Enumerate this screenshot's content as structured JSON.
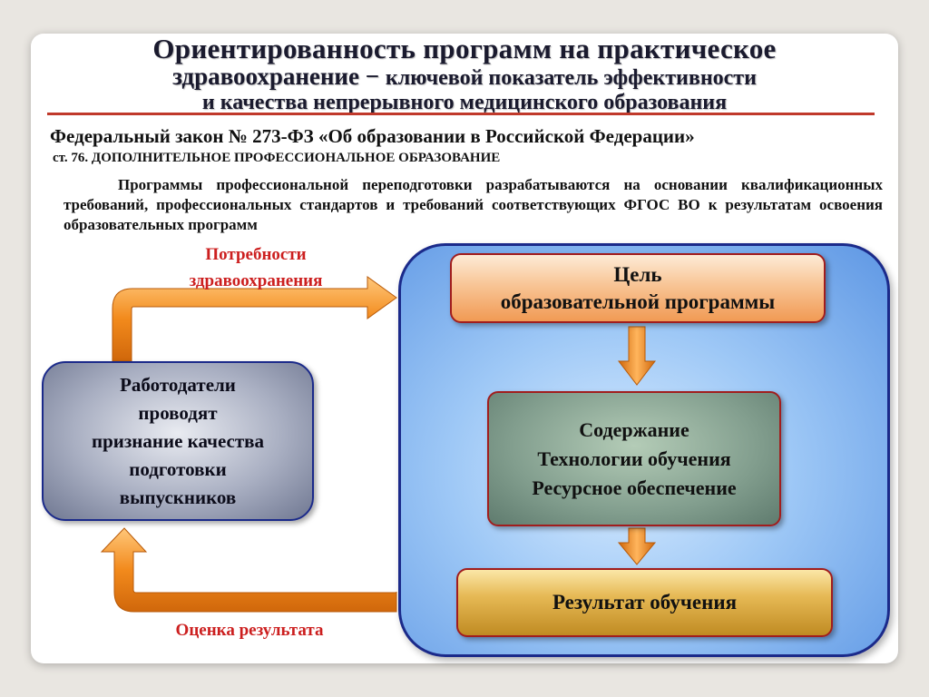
{
  "title": {
    "line1": "Ориентированность  программ  на  практическое",
    "line2_big": "здравоохранение  −",
    "line2_small": "ключевой показатель эффективности",
    "line3": "и качества непрерывного медицинского образования"
  },
  "law": "Федеральный закон № 273-ФЗ «Об образовании в Российской Федерации»",
  "article": "ст. 76.  ДОПОЛНИТЕЛЬНОЕ ПРОФЕССИОНАЛЬНОЕ ОБРАЗОВАНИЕ",
  "paragraph": "Программы профессиональной переподготовки разрабатываются на основании квалификационных требований, профессиональных стандартов и требований соответствующих ФГОС ВО к результатам освоения образовательных программ",
  "labels": {
    "needs_line1": "Потребности",
    "needs_line2": "здравоохранения",
    "evaluation": "Оценка результата"
  },
  "boxes": {
    "goal": [
      "Цель",
      "образовательной программы"
    ],
    "content": [
      "Содержание",
      "Технологии обучения",
      "Ресурсное обеспечение"
    ],
    "result": "Результат обучения",
    "employers": [
      "Работодатели",
      "проводят",
      "признание  качества",
      "подготовки",
      "выпускников"
    ]
  },
  "colors": {
    "arrow_orange": "#f28a1c",
    "title_rule": "#c0392b",
    "label_red": "#cc1f1f",
    "panel_border": "#1b2a8a"
  }
}
